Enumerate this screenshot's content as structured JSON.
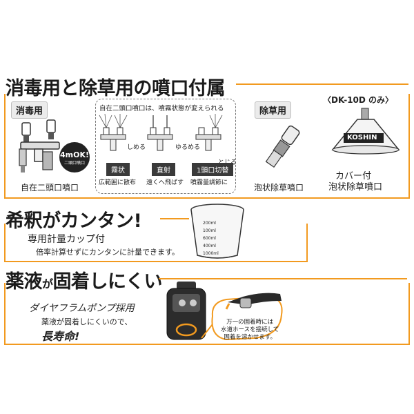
{
  "section1": {
    "title": "消毒用と除草用の噴口付属",
    "disinfect_tag": "消毒用",
    "dual_nozzle_caption": "自在二頭口噴口",
    "badge_line1": "4mOK!",
    "badge_line2": "二頭口噴口",
    "dotted_title": "自在二頭口噴口は、噴霧状態が変えられる",
    "label_shimeru": "しめる",
    "label_yurumeru": "ゆるめる",
    "label_tojiru": "とじる",
    "mode1_name": "霧状",
    "mode1_desc": "広範囲に散布",
    "mode2_name": "直射",
    "mode2_desc": "遠くへ飛ばす",
    "mode3_name": "1頭口切替",
    "mode3_desc": "噴霧量調節に",
    "weed_tag": "除草用",
    "foam_caption": "泡状除草噴口",
    "dk_label": "〈DK-10D のみ〉",
    "cover_brand": "KOSHIN",
    "cover_caption1": "カバー付",
    "cover_caption2": "泡状除草噴口"
  },
  "section2": {
    "title": "希釈がカンタン!",
    "sub": "専用計量カップ付",
    "desc": "倍率計算せずにカンタンに計量できます。",
    "cup_marks": [
      "200ml",
      "100ml",
      "600ml",
      "400ml",
      "1000ml"
    ]
  },
  "section3": {
    "title_part1": "薬液",
    "title_part2": "が",
    "title_part3": "固着しにくい",
    "pump_line": "ダイヤフラムポンプ採用",
    "line2": "薬液が固着しにくいので、",
    "line3": "長寿命!",
    "callout": [
      "万一の固着時には",
      "水道ホースを接続して",
      "固着を溶かせます。"
    ]
  },
  "colors": {
    "accent": "#f29a1f",
    "dark": "#3a3a3a",
    "tag_bg": "#ebebeb"
  }
}
